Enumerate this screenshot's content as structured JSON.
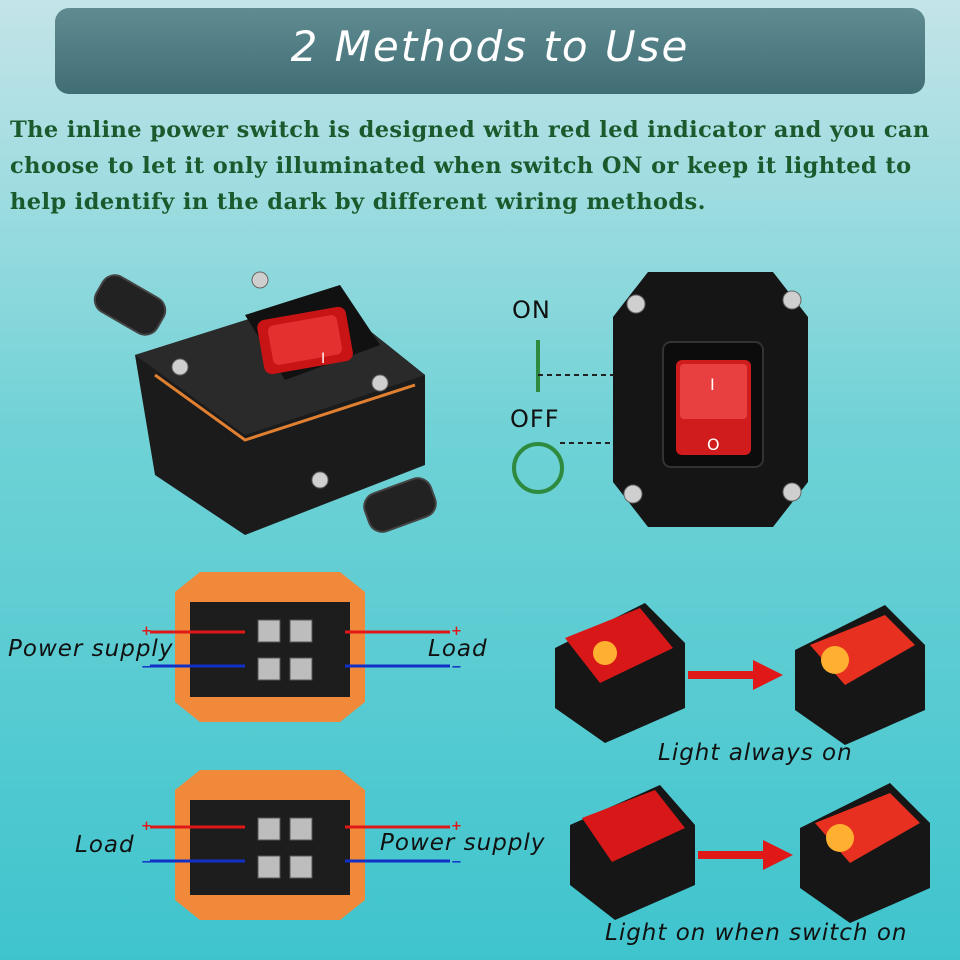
{
  "header": {
    "title": "2 Methods to Use"
  },
  "description": [
    "The inline power switch is designed with red led indicator and you can",
    "choose to let it only illuminated when switch ON or keep it lighted to",
    "help identify in the dark by different wiring methods."
  ],
  "switch_diagram": {
    "on_label": "ON",
    "off_label": "OFF",
    "on_mark": "I",
    "off_mark": "O"
  },
  "wiring_top": {
    "left_label": "Power supply",
    "right_label": "Load",
    "plus": "+",
    "minus": "−"
  },
  "wiring_bottom": {
    "left_label": "Load",
    "right_label": "Power supply",
    "plus": "+",
    "minus": "−"
  },
  "rocker_rows": [
    {
      "caption": "Light always on"
    },
    {
      "caption": "Light on when switch on"
    }
  ],
  "colors": {
    "title_bg": "#4b7a80",
    "text_green": "#1a5a2c",
    "accent_red": "#e01818",
    "housing_orange": "#f08a3a",
    "wire_blue": "#1030c8"
  }
}
